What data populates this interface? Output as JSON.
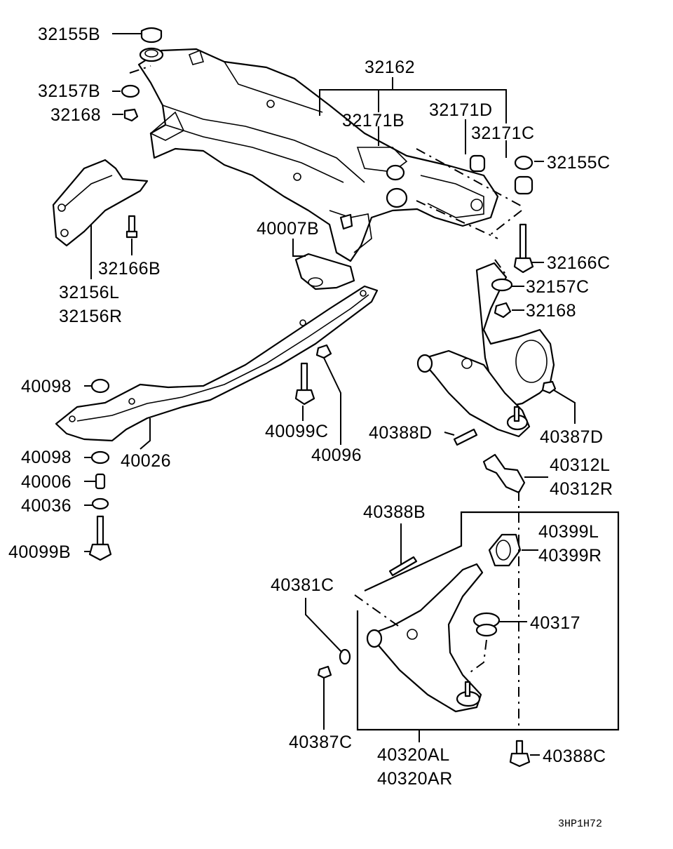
{
  "diagram_code": "3HP1H72",
  "labels": {
    "p32155B": "32155B",
    "p32157B": "32157B",
    "p32168a": "32168",
    "p32162": "32162",
    "p32171B": "32171B",
    "p32171D": "32171D",
    "p32171C": "32171C",
    "p32155C": "32155C",
    "p40007B": "40007B",
    "p32166C": "32166C",
    "p32157C": "32157C",
    "p32168b": "32168",
    "p32166B": "32166B",
    "p32156L": "32156L",
    "p32156R": "32156R",
    "p40098a": "40098",
    "p40099C": "40099C",
    "p40096": "40096",
    "p40026": "40026",
    "p40098b": "40098",
    "p40006": "40006",
    "p40036": "40036",
    "p40099B": "40099B",
    "p40388D": "40388D",
    "p40387D": "40387D",
    "p40312L": "40312L",
    "p40312R": "40312R",
    "p40388B": "40388B",
    "p40399L": "40399L",
    "p40399R": "40399R",
    "p40381C": "40381C",
    "p40317": "40317",
    "p40387C": "40387C",
    "p40320AL": "40320AL",
    "p40320AR": "40320AR",
    "p40388C": "40388C"
  }
}
